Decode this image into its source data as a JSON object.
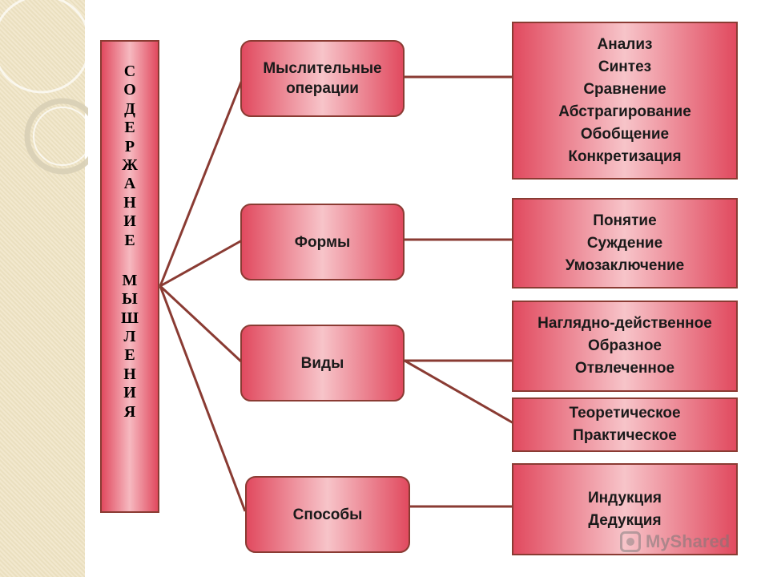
{
  "vertical_title": {
    "word1": [
      "С",
      "О",
      "Д",
      "Е",
      "Р",
      "Ж",
      "А",
      "Н",
      "И",
      "Е"
    ],
    "word2": [
      "М",
      "Ы",
      "Ш",
      "Л",
      "Е",
      "Н",
      "И",
      "Я"
    ]
  },
  "middle": {
    "operations": "Мыслительные операции",
    "forms": "Формы",
    "types": "Виды",
    "methods": "Способы"
  },
  "right": {
    "operations": [
      "Анализ",
      "Синтез",
      "Сравнение",
      "Абстрагирование",
      "Обобщение",
      "Конкретизация"
    ],
    "forms": [
      "Понятие",
      "Суждение",
      "Умозаключение"
    ],
    "types_a": [
      "Наглядно-действенное",
      "Образное",
      "Отвлеченное"
    ],
    "types_b": [
      "Теоретическое",
      "Практическое"
    ],
    "methods": [
      "Индукция",
      "Дедукция"
    ]
  },
  "watermark": {
    "text": "MyShared"
  },
  "colors": {
    "box_fill": "#e14a5f",
    "box_highlight": "#f7c4c9",
    "border": "#8a3b33",
    "connector": "#8a3b33",
    "band": "#efe3c3"
  }
}
